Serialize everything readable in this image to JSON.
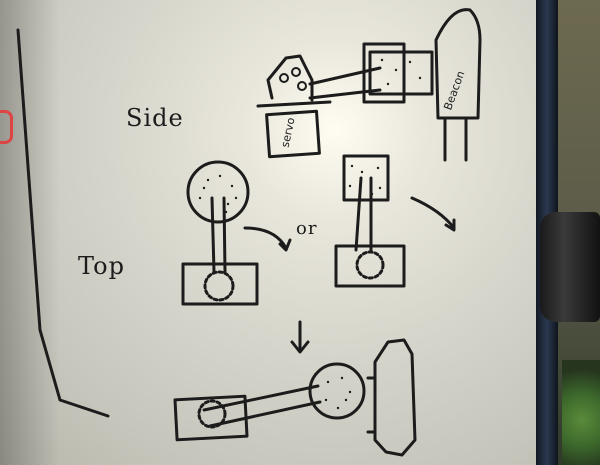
{
  "labels": {
    "side": "Side",
    "top": "Top",
    "or": "or",
    "servo": "servo",
    "beacon": "Beacon"
  }
}
